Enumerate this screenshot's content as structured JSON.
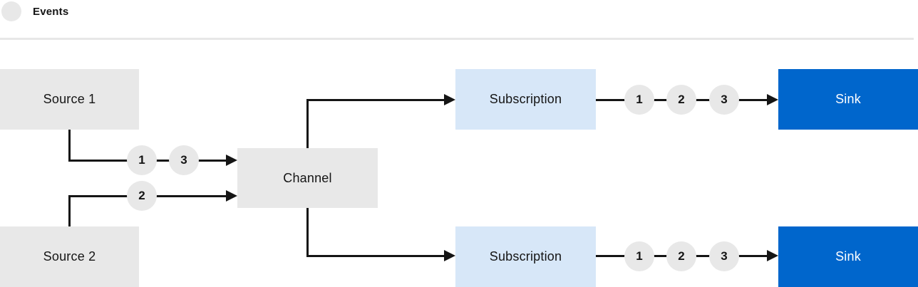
{
  "legend": {
    "label": "Events"
  },
  "nodes": {
    "source1": "Source 1",
    "source2": "Source 2",
    "channel": "Channel",
    "subscription_top": "Subscription",
    "subscription_bottom": "Subscription",
    "sink_top": "Sink",
    "sink_bottom": "Sink"
  },
  "event_markers": {
    "source1_line": [
      "1",
      "3"
    ],
    "source2_line": [
      "2"
    ],
    "subscription_top_line": [
      "1",
      "2",
      "3"
    ],
    "subscription_bottom_line": [
      "1",
      "2",
      "3"
    ]
  },
  "colors": {
    "connector_line": "#151515",
    "gray_node": "#e8e8e8",
    "subscription_node": "#d7e7f8",
    "sink_node": "#0066cc",
    "event_circle": "#e8e8e8",
    "divider": "#e7e7e7",
    "text_dark": "#151515",
    "text_light": "#ffffff"
  }
}
